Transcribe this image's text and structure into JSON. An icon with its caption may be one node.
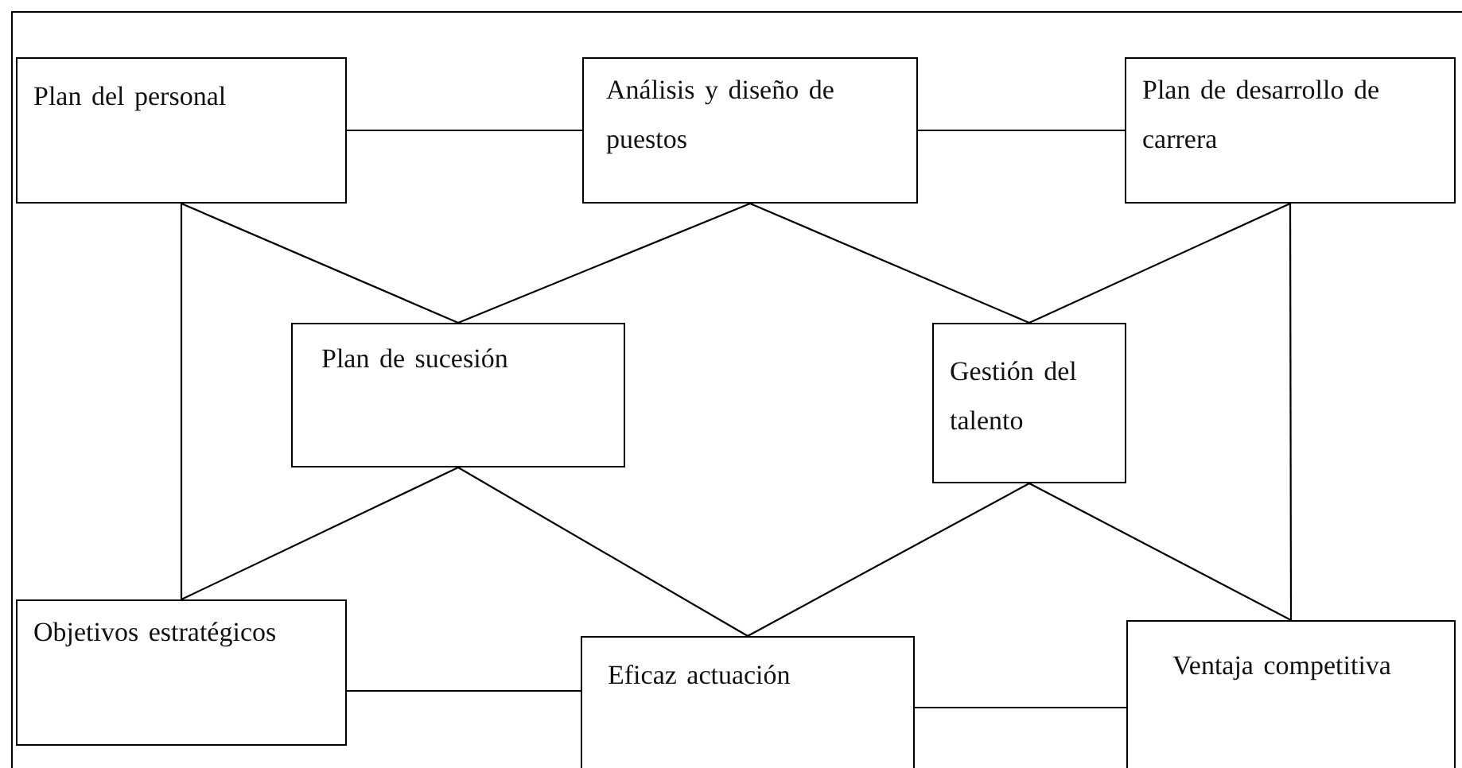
{
  "diagram": {
    "nodes": [
      {
        "text": [
          "Plan del personal"
        ]
      },
      {
        "text": [
          "Análisis y diseño de puestos"
        ]
      },
      {
        "text": [
          "Plan de desarrollo de carrera"
        ]
      },
      {
        "text": [
          "Plan de sucesión"
        ]
      },
      {
        "text": [
          "Gestión del talento"
        ]
      },
      {
        "text": [
          "Objetivos estratégicos"
        ]
      },
      {
        "text": [
          "Eficaz actuación"
        ]
      },
      {
        "text": [
          "Ventaja competitiva"
        ]
      }
    ],
    "edges": [
      {
        "from": 0,
        "to": 1,
        "arrow": "none"
      },
      {
        "from": 1,
        "to": 2,
        "arrow": "none"
      },
      {
        "from": 0,
        "to": 3,
        "arrow": "none"
      },
      {
        "from": 1,
        "to": 3,
        "arrow": "none"
      },
      {
        "from": 1,
        "to": 4,
        "arrow": "none"
      },
      {
        "from": 2,
        "to": 4,
        "arrow": "none"
      },
      {
        "from": 0,
        "to": 5,
        "arrow": "none"
      },
      {
        "from": 2,
        "to": 7,
        "arrow": "none"
      },
      {
        "from": 3,
        "to": 5,
        "arrow": "none"
      },
      {
        "from": 3,
        "to": 6,
        "arrow": "none"
      },
      {
        "from": 4,
        "to": 6,
        "arrow": "none"
      },
      {
        "from": 4,
        "to": 7,
        "arrow": "none"
      },
      {
        "from": 5,
        "to": 6,
        "arrow": "none"
      },
      {
        "from": 6,
        "to": 7,
        "arrow": "none"
      }
    ]
  }
}
